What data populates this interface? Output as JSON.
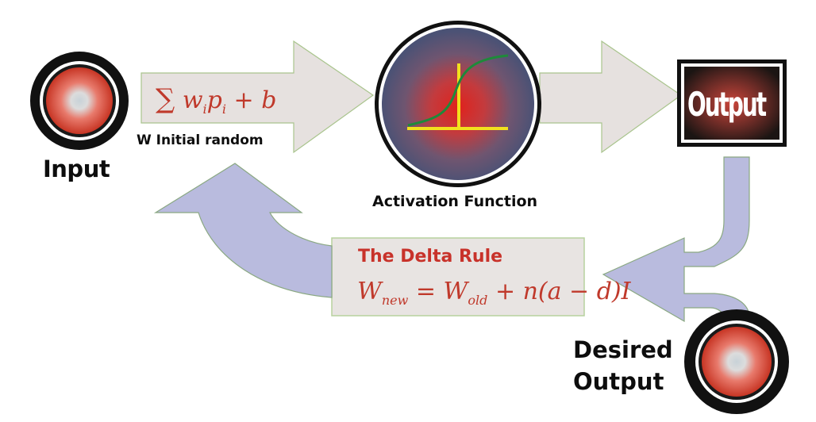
{
  "labels": {
    "input": "Input",
    "weights_note": "W Initial random",
    "activation": "Activation Function",
    "output": "Output",
    "delta_title": "The Delta Rule",
    "desired_line1": "Desired",
    "desired_line2": "Output"
  },
  "formulas": {
    "sum_symbol": "∑",
    "sum_w": "w",
    "sum_w_sub": "i",
    "sum_p": "p",
    "sum_p_sub": "i",
    "sum_tail": "+ b",
    "delta_w": "W",
    "delta_w_sub": "new",
    "delta_eq": "=",
    "delta_w2": "W",
    "delta_w2_sub": "old",
    "delta_tail": "+ n(a − d)I"
  },
  "colors": {
    "arrow_fill": "#e6e1df",
    "arrow_stroke": "#a9c48d",
    "feedback_fill": "#b9bbde",
    "feedback_stroke": "#8aa882",
    "formula_red": "#c0392b",
    "title_red": "#c8322a",
    "sigmoid_green": "#1e8a3a",
    "axis_yellow": "#f2e11d"
  }
}
